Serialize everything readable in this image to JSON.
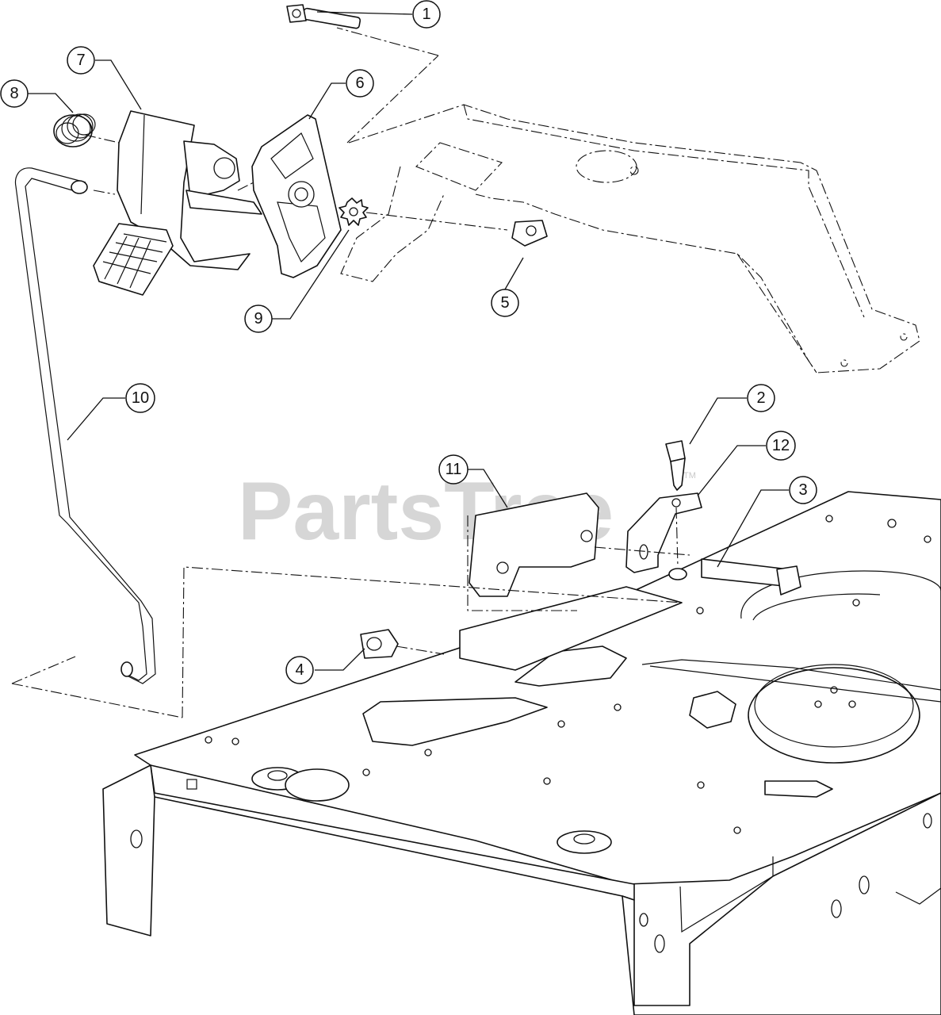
{
  "diagram": {
    "watermark": "PartsTree",
    "watermark_tm": "TM",
    "callouts": [
      {
        "number": "1"
      },
      {
        "number": "2"
      },
      {
        "number": "3"
      },
      {
        "number": "4"
      },
      {
        "number": "5"
      },
      {
        "number": "6"
      },
      {
        "number": "7"
      },
      {
        "number": "8"
      },
      {
        "number": "9"
      },
      {
        "number": "10"
      },
      {
        "number": "11"
      },
      {
        "number": "12"
      }
    ]
  }
}
